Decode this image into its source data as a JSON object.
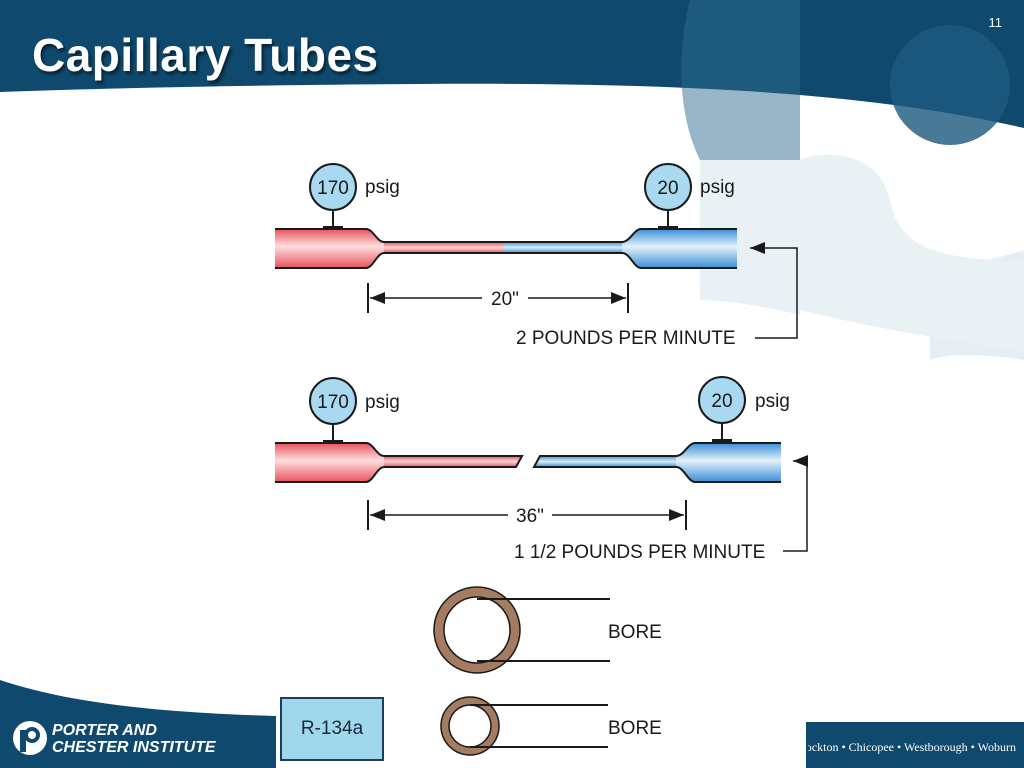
{
  "slide": {
    "title": "Capillary Tubes",
    "number": "11"
  },
  "colors": {
    "header_navy": "#0f4a6e",
    "hot_red": "#e8525d",
    "cold_blue": "#3a8ed6",
    "gauge_fill": "#a9d9f0",
    "tube_ring": "#a67c60"
  },
  "top_system": {
    "inlet_gauge": "170",
    "inlet_unit": "psig",
    "outlet_gauge": "20",
    "outlet_unit": "psig",
    "length_label": "20\"",
    "flow_label": "2 POUNDS PER MINUTE"
  },
  "bottom_system": {
    "inlet_gauge": "170",
    "inlet_unit": "psig",
    "outlet_gauge": "20",
    "outlet_unit": "psig",
    "length_label": "36\"",
    "flow_label": "1 1/2 POUNDS PER MINUTE"
  },
  "bore_large": {
    "label": "BORE"
  },
  "bore_small": {
    "label": "BORE"
  },
  "refrigerant_box": {
    "label": "R-134a"
  },
  "footer": {
    "logo_line1": "PORTER AND",
    "logo_line2": "CHESTER INSTITUTE",
    "campuses": "Enfield • Rocky Hill • Stratford • Brockton • Chicopee • Westborough • Woburn"
  }
}
